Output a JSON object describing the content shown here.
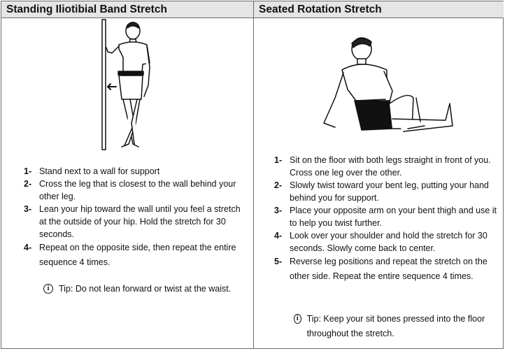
{
  "left": {
    "title": "Standing Iliotibial Band Stretch",
    "steps": [
      {
        "num": "1-",
        "text": "Stand next to a wall for support"
      },
      {
        "num": "2-",
        "text": "Cross the leg that is closest to the wall behind your other leg."
      },
      {
        "num": "3-",
        "text": "Lean your hip toward the wall until you feel a stretch at the outside of your hip. Hold the stretch for 30 seconds."
      },
      {
        "num": "4-",
        "text": "Repeat on the opposite side, then repeat the entire sequence 4 times."
      }
    ],
    "tip": "Tip: Do not lean forward or twist at the waist."
  },
  "right": {
    "title": "Seated Rotation Stretch",
    "steps": [
      {
        "num": "1-",
        "text": "Sit on the floor with both legs straight in front of you. Cross one leg over the other."
      },
      {
        "num": "2-",
        "text": "Slowly twist toward your bent leg, putting your hand behind you for support."
      },
      {
        "num": "3-",
        "text": "Place your opposite arm on your bent thigh and use it to help you twist further."
      },
      {
        "num": "4-",
        "text": "Look over your shoulder and hold the stretch for 30 seconds. Slowly come back to center."
      },
      {
        "num": "5-",
        "text": "Reverse leg positions and repeat the stretch on the other side. Repeat the entire sequence 4 times."
      }
    ],
    "tip": "Tip: Keep your sit bones pressed into the floor throughout the stretch."
  },
  "icons": {
    "tip": "info-icon"
  }
}
